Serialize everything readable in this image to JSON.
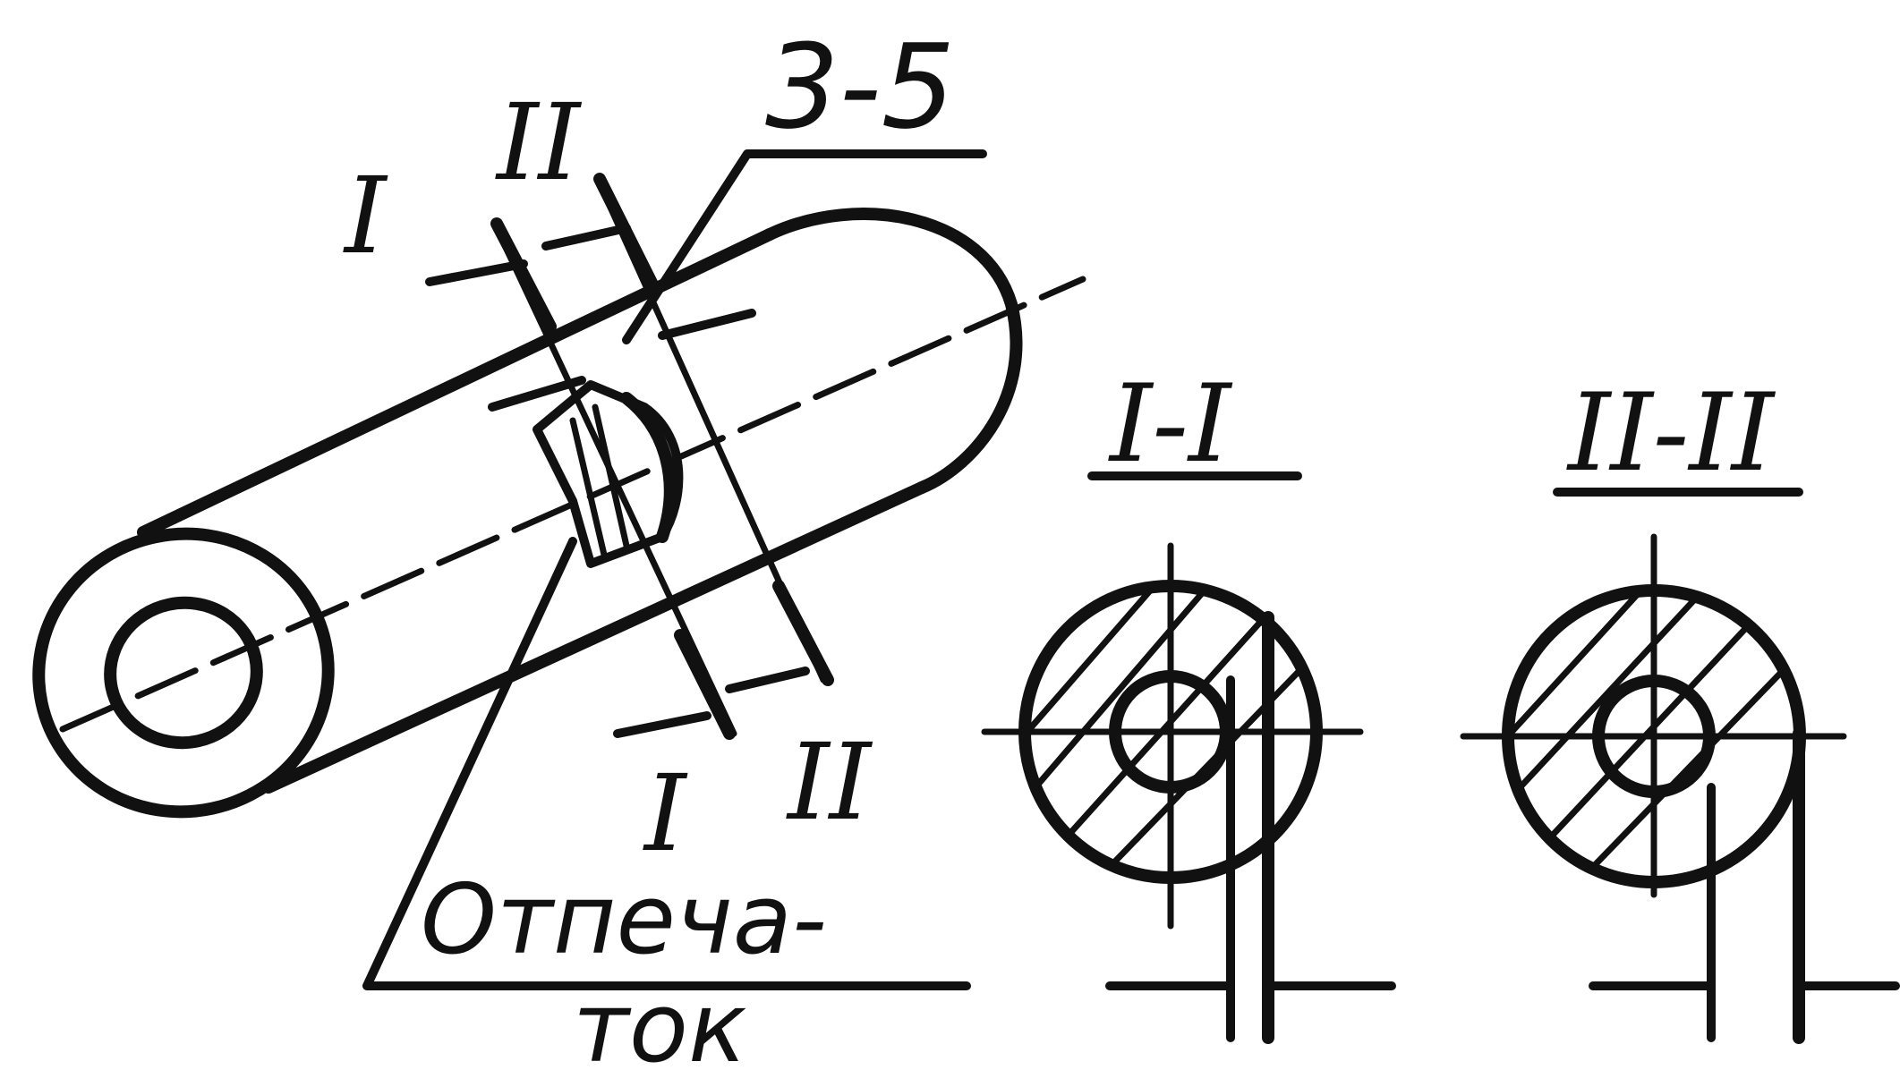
{
  "colors": {
    "ink": "#111111",
    "paper": "#ffffff"
  },
  "labels": {
    "section_I_top": "I",
    "section_II_top": "II",
    "section_I_bottom": "I",
    "section_II_bottom": "II",
    "depth": "3-5",
    "imprint_line1": "Отпеча-",
    "imprint_line2": "ток",
    "view_I_title": "I-I",
    "view_II_title": "II-II"
  }
}
